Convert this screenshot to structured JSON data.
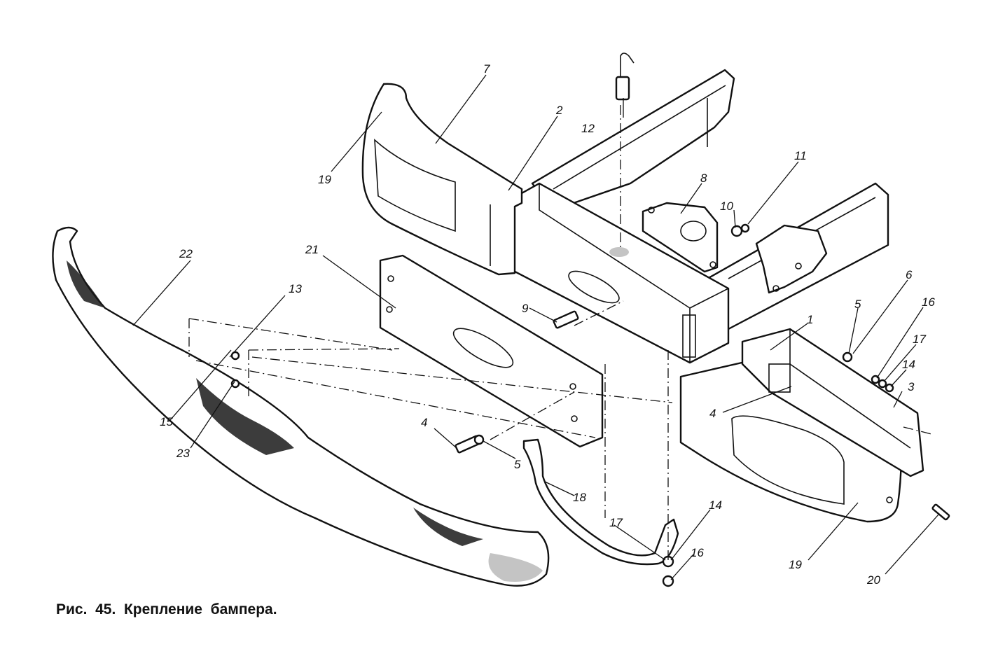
{
  "figure": {
    "caption": "Рис.  45.  Крепление  бампера."
  },
  "callouts": {
    "c1": "1",
    "c2": "2",
    "c3": "3",
    "c4a": "4",
    "c4b": "4",
    "c5a": "5",
    "c5b": "5",
    "c6": "6",
    "c7": "7",
    "c8": "8",
    "c9": "9",
    "c10": "10",
    "c11": "11",
    "c12": "12",
    "c13": "13",
    "c14a": "14",
    "c14b": "14",
    "c15": "15",
    "c16a": "16",
    "c16b": "16",
    "c17a": "17",
    "c17b": "17",
    "c18": "18",
    "c19a": "19",
    "c19b": "19",
    "c20": "20",
    "c21": "21",
    "c22": "22",
    "c23": "23"
  }
}
